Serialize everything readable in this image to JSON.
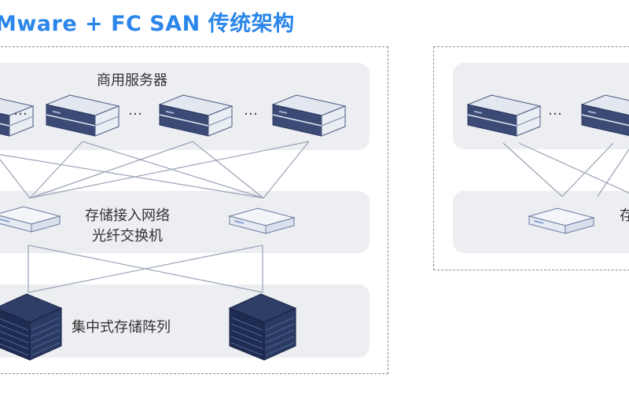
{
  "title": "Mware + FC SAN 传统架构",
  "left_diagram": {
    "servers_label": "商用服务器",
    "switch_label_line1": "存储接入网络",
    "switch_label_line2": "光纤交换机",
    "storage_label": "集中式存储阵列",
    "ellipsis": "…"
  },
  "right_diagram": {
    "switch_label_fragment": "存",
    "ellipsis": "…"
  },
  "colors": {
    "title": "#2a86ea",
    "server_front": "#3a4a73",
    "server_top": "#dfe4ee",
    "storage_dark": "#223055",
    "band": "#eceef2"
  }
}
